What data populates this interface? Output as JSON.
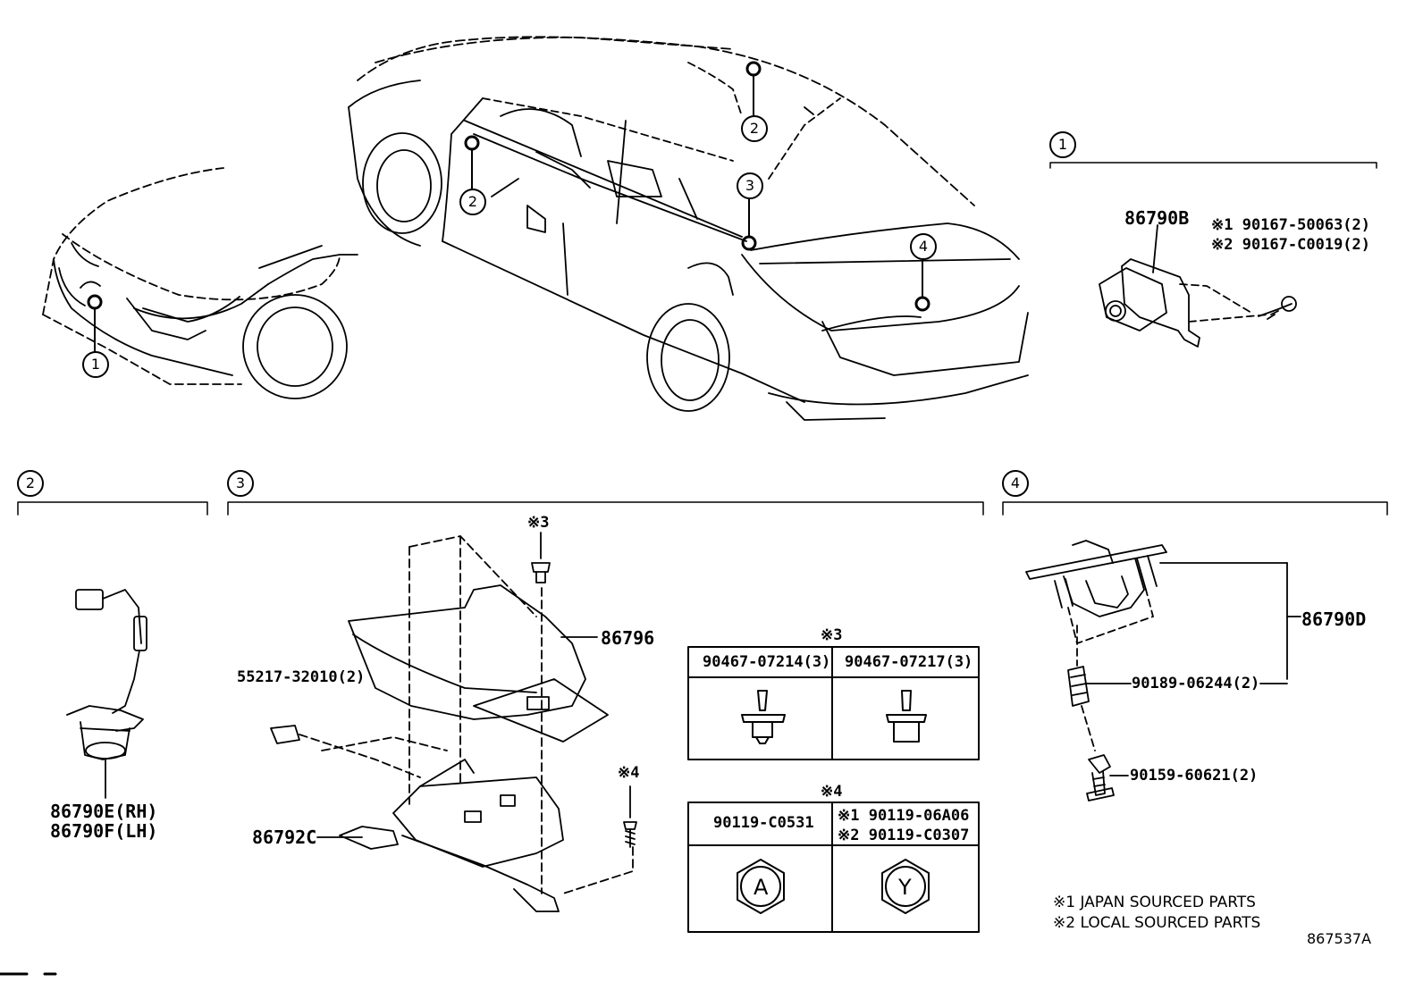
{
  "diagram_id": "867537A",
  "callouts": {
    "c1": "1",
    "c2": "2",
    "c3": "3",
    "c4": "4"
  },
  "sections": {
    "s1": {
      "number": "1",
      "part_main": "86790B",
      "fastener_1": "※1 90167-50063(2)",
      "fastener_2": "※2 90167-C0019(2)"
    },
    "s2": {
      "number": "2",
      "part_rh": "86790E(RH)",
      "part_lh": "86790F(LH)"
    },
    "s3": {
      "number": "3",
      "part_cover": "86796",
      "part_clip": "55217-32010(2)",
      "part_module": "86792C",
      "mark_3": "※3",
      "mark_4": "※4"
    },
    "s4": {
      "number": "4",
      "part_main": "86790D",
      "part_nut": "90189-06244(2)",
      "part_bolt": "90159-60621(2)"
    }
  },
  "table_3": {
    "title": "※3",
    "col1": "90467-07214(3)",
    "col2": "90467-07217(3)"
  },
  "table_4": {
    "title": "※4",
    "col1": "90119-C0531",
    "col2_line1": "※1  90119-06A06",
    "col2_line2": "※2  90119-C0307",
    "hex1_letter": "A",
    "hex2_letter": "Y"
  },
  "notes": {
    "note1": "※1 JAPAN SOURCED PARTS",
    "note2": "※2 LOCAL SOURCED PARTS"
  }
}
